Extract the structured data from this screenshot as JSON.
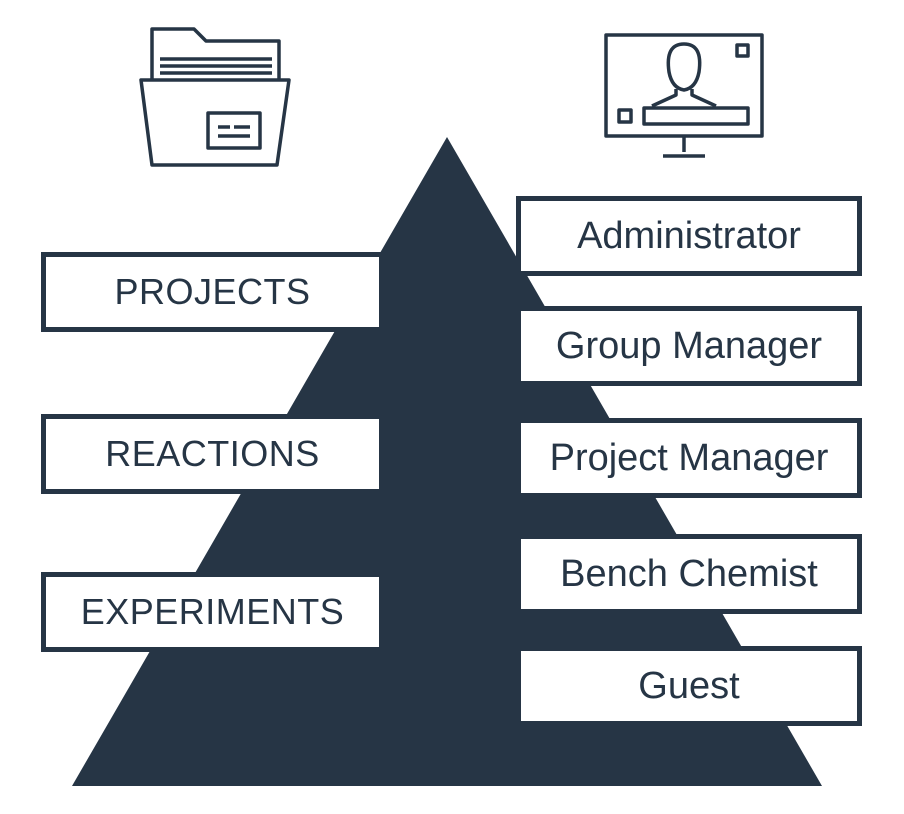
{
  "colors": {
    "primary": "#263545",
    "background": "#ffffff"
  },
  "icons": {
    "left": "file-folder-icon",
    "right": "user-monitor-icon"
  },
  "data_hierarchy": {
    "items": [
      {
        "label": "PROJECTS"
      },
      {
        "label": "REACTIONS"
      },
      {
        "label": "EXPERIMENTS"
      }
    ]
  },
  "user_roles": {
    "items": [
      {
        "label": "Administrator"
      },
      {
        "label": "Group Manager"
      },
      {
        "label": "Project Manager"
      },
      {
        "label": "Bench Chemist"
      },
      {
        "label": "Guest"
      }
    ]
  }
}
